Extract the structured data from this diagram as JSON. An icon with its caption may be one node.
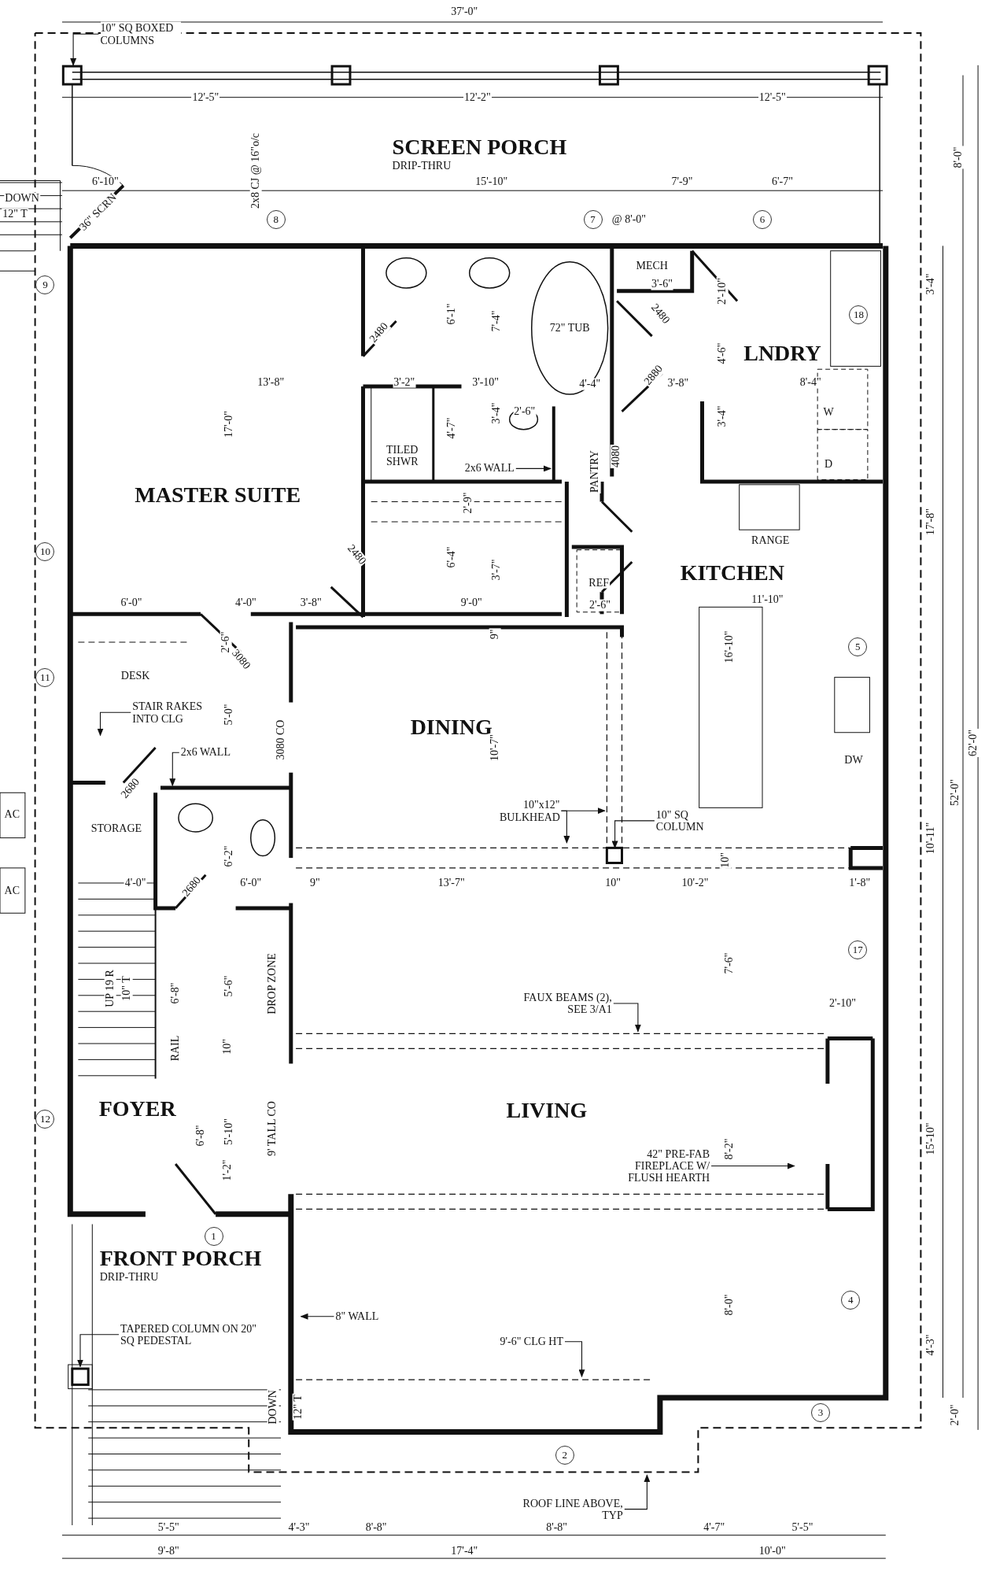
{
  "diagram": {
    "nodes": [
      {
        "text": [
          "SCREEN PORCH",
          "DRIP-THRU"
        ]
      },
      {
        "text": [
          "MASTER SUITE"
        ]
      },
      {
        "text": [
          "LNDRY"
        ]
      },
      {
        "text": [
          "KITCHEN"
        ]
      },
      {
        "text": [
          "DINING"
        ]
      },
      {
        "text": [
          "FOYER"
        ]
      },
      {
        "text": [
          "LIVING"
        ]
      },
      {
        "text": [
          "FRONT PORCH",
          "DRIP-THRU"
        ]
      },
      {
        "text": [
          "10\" SQ BOXED COLUMNS"
        ]
      },
      {
        "text": [
          "STAIR RAKES INTO CLG"
        ]
      },
      {
        "text": [
          "2x6 WALL"
        ]
      },
      {
        "text": [
          "2x6 WALL"
        ]
      },
      {
        "text": [
          "10\"x12\" BULKHEAD"
        ]
      },
      {
        "text": [
          "10\" SQ COLUMN"
        ]
      },
      {
        "text": [
          "FAUX BEAMS (2), SEE 3/A1"
        ]
      },
      {
        "text": [
          "42\" PRE-FAB FIREPLACE W/ FLUSH HEARTH"
        ]
      },
      {
        "text": [
          "8\" WALL"
        ]
      },
      {
        "text": [
          "TAPERED COLUMN ON 20\" SQ PEDESTAL"
        ]
      },
      {
        "text": [
          "9'-6\" CLG HT"
        ]
      },
      {
        "text": [
          "ROOF LINE ABOVE, TYP"
        ]
      }
    ],
    "edges": [
      {
        "from": 8,
        "to": null,
        "arrow": "to"
      },
      {
        "from": 9,
        "to": null,
        "arrow": "to"
      },
      {
        "from": 10,
        "to": null,
        "arrow": "to"
      },
      {
        "from": 11,
        "to": null,
        "arrow": "to"
      },
      {
        "from": 12,
        "to": null,
        "arrow": "to"
      },
      {
        "from": 12,
        "to": null,
        "arrow": "to"
      },
      {
        "from": 13,
        "to": null,
        "arrow": "to"
      },
      {
        "from": 14,
        "to": null,
        "arrow": "to"
      },
      {
        "from": 15,
        "to": null,
        "arrow": "to"
      },
      {
        "from": 16,
        "to": null,
        "arrow": "to"
      },
      {
        "from": 17,
        "to": null,
        "arrow": "to"
      },
      {
        "from": 18,
        "to": null,
        "arrow": "to"
      },
      {
        "from": 19,
        "to": null,
        "arrow": "to"
      }
    ],
    "labels": [
      "37'-0\"",
      "12'-5\"",
      "12'-2\"",
      "12'-5\"",
      "2x8 CJ @ 16\"o/c",
      "8'-0\"",
      "DOWN",
      "12\" T",
      "6'-10\"",
      "15'-10\"",
      "7'-9\"",
      "6'-7\"",
      "36\" SCRN",
      "8",
      "7",
      "@ 8'-0\"",
      "6",
      "9",
      "3'-4\"",
      "MECH",
      "3'-6\"",
      "2'-10\"",
      "6'-1\"",
      "7'-4\"",
      "72\" TUB",
      "2480",
      "2480",
      "18",
      "4'-6\"",
      "2880",
      "13'-8\"",
      "3'-2\"",
      "3'-10\"",
      "4'-4\"",
      "3'-8\"",
      "8'-4\"",
      "2'-6\"",
      "W",
      "17'-0\"",
      "4'-7\"",
      "3'-4\"",
      "3'-4\"",
      "TILED SHWR",
      "D",
      "4080",
      "PANTRY",
      "2'-9\"",
      "RANGE",
      "17'-8\"",
      "10",
      "2480",
      "6'-4\"",
      "3'-7\"",
      "REF",
      "6'-0\"",
      "4'-0\"",
      "3'-8\"",
      "9'-0\"",
      "2'-6\"",
      "11'-10\"",
      "9\"",
      "2'-6\"",
      "3080",
      "16'-10\"",
      "5",
      "11",
      "DESK",
      "5'-0\"",
      "3080 CO",
      "10'-7\"",
      "62'-0\"",
      "DW",
      "2680",
      "52'-0\"",
      "AC",
      "STORAGE",
      "10'-11\"",
      "6'-2\"",
      "10\"",
      "2680",
      "4'-0\"",
      "6'-0\"",
      "9\"",
      "13'-7\"",
      "10\"",
      "10'-2\"",
      "1'-8\"",
      "AC",
      "17",
      "7'-6\"",
      "UP 19 R",
      "10\" T",
      "6'-8\"",
      "5'-6\"",
      "DROP ZONE",
      "2'-10\"",
      "10\"",
      "RAIL",
      "12",
      "5'-10\"",
      "9' TALL CO",
      "6'-8\"",
      "8'-2\"",
      "15'-10\"",
      "1'-2\"",
      "1",
      "8'-0\"",
      "4",
      "4'-3\"",
      "DOWN",
      "12\" T",
      "3",
      "2'-0\"",
      "2",
      "5'-5\"",
      "4'-3\"",
      "8'-8\"",
      "8'-8\"",
      "4'-7\"",
      "5'-5\"",
      "9'-8\"",
      "17'-4\"",
      "10'-0\""
    ]
  }
}
